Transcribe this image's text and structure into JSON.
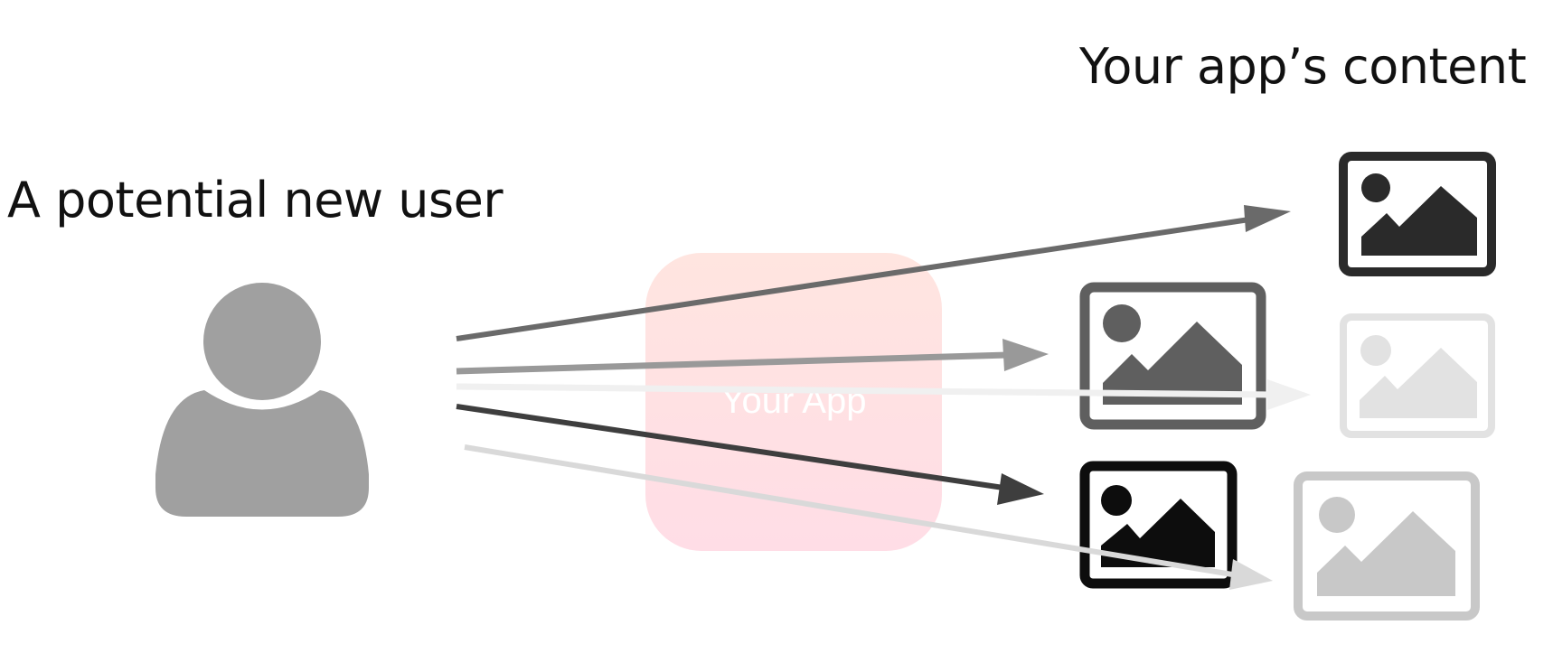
{
  "labels": {
    "content_title": "Your app’s content",
    "user_title": "A potential new user",
    "app_label": "Your App"
  },
  "colors": {
    "user_icon": "#a0a0a0",
    "app_gradient_top": "#ffe5e0",
    "app_gradient_bottom": "#ffdde6",
    "image_shades": [
      "#2a2a2a",
      "#5f5f5f",
      "#e2e2e2",
      "#0d0d0d",
      "#c8c8c8"
    ],
    "arrow_shades": [
      "#6a6a6a",
      "#999999",
      "#f0f0f0",
      "#3e3e3e",
      "#d9d9d9"
    ]
  },
  "icons": {
    "user": "person-icon",
    "content": "image-icon",
    "arrow": "arrow-icon"
  }
}
